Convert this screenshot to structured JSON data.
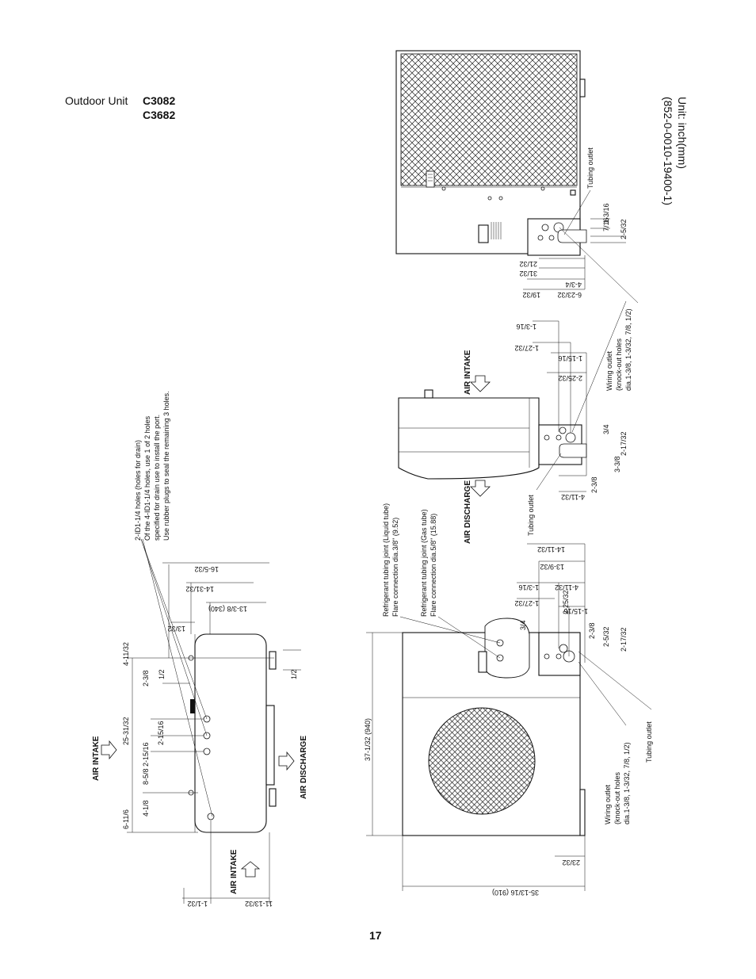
{
  "header": {
    "label": "Outdoor Unit",
    "models": [
      "C3082",
      "C3682"
    ]
  },
  "unit_note": {
    "line1": "Unit: inch(mm)",
    "line2": "(852-0-0010-19400-1)"
  },
  "page_number": "17",
  "airflow": {
    "intake": "AIR INTAKE",
    "discharge": "AIR DISCHARGE"
  },
  "notes": {
    "drain": [
      "2-ID1-1/4 holes (holes for drain)",
      "Of the 4-ID1-1/4 holes, use 1 of 2 holes",
      "specified for drain use to install the port.",
      "Use rubber plugs to seal the remaining 3 holes."
    ],
    "liquid_joint": [
      "Refrigerant tubing joint (Liquid tube)",
      "Flare connection dia.3/8\" (9.52)"
    ],
    "gas_joint": [
      "Refrigerant tubing joint (Gas tube)",
      "Flare connection dia.5/8\" (15.88)"
    ],
    "wiring_outlet": [
      "Wiring outlet",
      "(knock-out holes",
      "dia.1-3/8, 1-3/32, 7/8, 1/2)"
    ],
    "tubing_outlet": "Tubing outlet"
  },
  "dims": {
    "base_top": [
      "16-5/32",
      "14-31/32",
      "13-3/8 (340)",
      "13/32"
    ],
    "base_left_top": [
      "4-11/32",
      "25-31/32",
      "6-11/6"
    ],
    "base_left_mid": [
      "2-3/8",
      "2-15/16",
      "8-5/8 2-15/16",
      "4-1/8"
    ],
    "base_small": [
      "1/2",
      "1/2"
    ],
    "base_bottom": [
      "1-1/32",
      "11-13/32"
    ],
    "front_height": "37-1/32 (940)",
    "front_width": "35-13/16 (910)",
    "front_small": "23/32",
    "front_right": [
      "14-11/32",
      "13-9/32",
      "4-11/32",
      "1-3/16",
      "1-27/32",
      "1-15/16",
      "2-25/32",
      "3/4",
      "2-3/8",
      "2-5/32",
      "2-17/32"
    ],
    "side_right": [
      "1-3/16",
      "1-27/32",
      "1-15/16",
      "2-25/32",
      "3/4",
      "2-17/32",
      "3-3/8",
      "2-3/8",
      "4-11/32"
    ],
    "rear_right": [
      "21/32",
      "31/32",
      "4-3/4",
      "19/32",
      "6-23/32",
      "1-3/16",
      "7/16",
      "2-5/32"
    ]
  }
}
